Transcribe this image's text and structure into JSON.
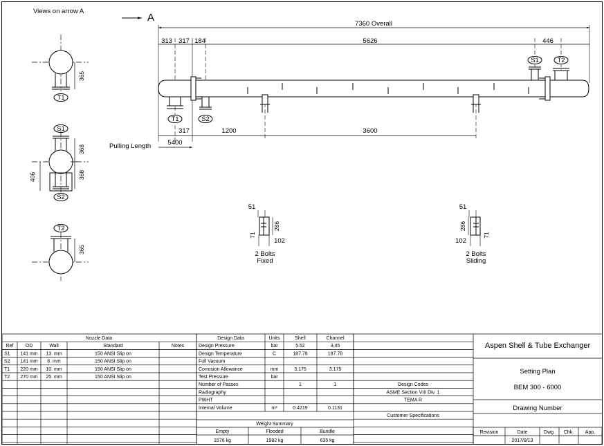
{
  "views": {
    "caption": "Views on arrow A",
    "arrow_letter": "A",
    "t1": {
      "label": "T1",
      "dim": "365"
    },
    "s1": {
      "label": "S1",
      "dim_top": "368",
      "dim_bottom": "368",
      "dim_left": "406"
    },
    "s2": {
      "label": "S2"
    },
    "t2": {
      "label": "T2",
      "dim": "365"
    }
  },
  "elevation": {
    "overall": "7360  Overall",
    "d313": "313",
    "d317_top": "317",
    "d184": "184",
    "d5626": "5626",
    "d446": "446",
    "d317_bot": "317",
    "d1200": "1200",
    "d3600": "3600",
    "pulling_label": "Pulling Length",
    "pulling_value": "5400",
    "nozzles": {
      "t1": "T1",
      "s2": "S2",
      "s1": "S1",
      "t2": "T2"
    }
  },
  "saddles": {
    "fixed": {
      "w": "51",
      "h": "286",
      "b": "71",
      "base": "102",
      "bolts": "2  Bolts",
      "type": "Fixed"
    },
    "sliding": {
      "w": "51",
      "h": "286",
      "b": "71",
      "base": "102",
      "bolts": "2  Bolts",
      "type": "Sliding"
    }
  },
  "nozzle_table": {
    "title": "Nozzle Data",
    "headers": [
      "Ref",
      "OD",
      "Wall",
      "Standard",
      "Notes"
    ],
    "rows": [
      [
        "S1",
        "141 mm",
        "13. mm",
        "150 ANSI  Slip on",
        ""
      ],
      [
        "S2",
        "141 mm",
        "8. mm",
        "150 ANSI  Slip on",
        ""
      ],
      [
        "T1",
        "220 mm",
        "10. mm",
        "150 ANSI  Slip on",
        ""
      ],
      [
        "T2",
        "270 mm",
        "25. mm",
        "150 ANSI  Slip on",
        ""
      ]
    ]
  },
  "design_table": {
    "headers": [
      "Design Data",
      "Units",
      "Shell",
      "Channel"
    ],
    "rows": [
      [
        "Design Pressure",
        "bar",
        "5.52",
        "3.45"
      ],
      [
        "Design Temperature",
        "C",
        "187.78",
        "187.78"
      ],
      [
        "Full Vacuum",
        "",
        "",
        ""
      ],
      [
        "Corrosion Allowance",
        "mm",
        "3.175",
        "3.175"
      ],
      [
        "Test Pressure",
        "bar",
        "",
        ""
      ],
      [
        "Number of Passes",
        "",
        "1",
        "1"
      ],
      [
        "Radiography",
        "",
        "",
        ""
      ],
      [
        "PWHT",
        "",
        "",
        ""
      ],
      [
        "Internal Volume",
        "m³",
        "0.4219",
        "0.1131"
      ]
    ]
  },
  "weight": {
    "title": "Weight Summary",
    "headers": [
      "Empty",
      "Flooded",
      "Bundle"
    ],
    "values": [
      "1576 kg",
      "1982 kg",
      "635 kg"
    ]
  },
  "codes": {
    "title": "Design Codes",
    "line1": "ASME Section VIII Div. 1",
    "line2": "TEMA R",
    "customer": "Customer Specifications"
  },
  "title_block": {
    "company": "Aspen Shell & Tube Exchanger",
    "drawing": "Setting Plan",
    "model": "BEM  300 -  6000",
    "number_label": "Drawing Number",
    "headers": [
      "Revision",
      "Date",
      "Dwg.",
      "Chk.",
      "App."
    ],
    "date": "2017/8/13"
  }
}
